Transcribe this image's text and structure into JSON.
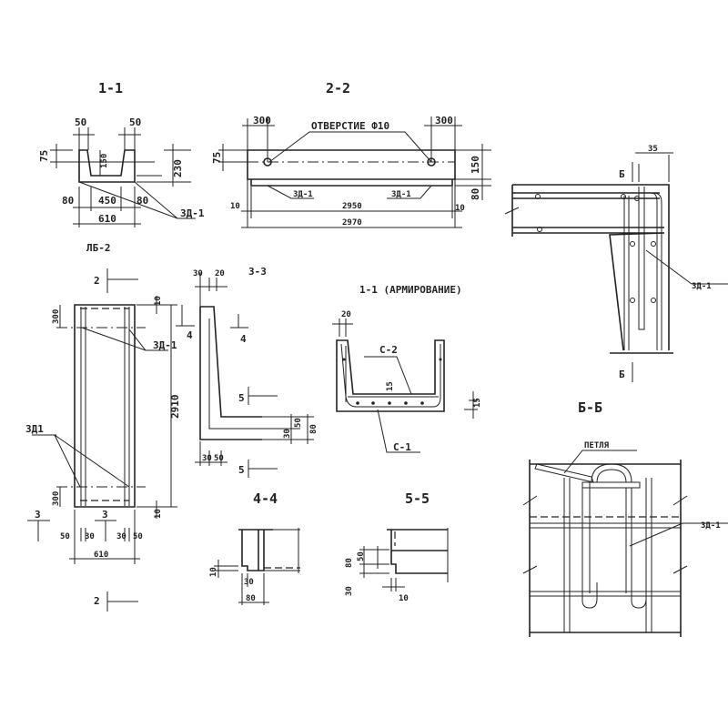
{
  "section_1_1": {
    "title": "1-1",
    "dims": {
      "w_left": "50",
      "w_right": "50",
      "h_top": "75",
      "inner_h": "150",
      "total_h": "230",
      "b_left": "80",
      "inner_w": "450",
      "b_right": "80",
      "total_w": "610"
    },
    "callout": "ЗД-1"
  },
  "section_2_2": {
    "title": "2-2",
    "hole_label": "ОТВЕРСТИЕ Ф10",
    "dims": {
      "left_offset": "300",
      "right_offset": "300",
      "hole_h": "75",
      "h": "150",
      "step_h": "80",
      "left_gap": "10",
      "inner_len": "2950",
      "right_gap": "10",
      "total_len": "2970"
    },
    "callout_left": "ЗД-1",
    "callout_right": "ЗД-1"
  },
  "plan": {
    "title": "ЛБ-2",
    "marker_2": "2",
    "marker_3": "3",
    "dims": {
      "top_300": "300",
      "top_10": "10",
      "len": "2910",
      "bottom_300": "300",
      "bottom_10": "10",
      "b50l": "50",
      "b30l": "30",
      "b30r": "30",
      "b50r": "50",
      "width": "610"
    },
    "callout_right": "ЗД-1",
    "callout_left": "ЗД1"
  },
  "section_3_3": {
    "title": "3-3",
    "dims": {
      "t30": "30",
      "t20": "20",
      "r50": "50",
      "r30": "30",
      "r80": "80",
      "b30": "30",
      "b50": "50"
    },
    "marker_4": "4",
    "marker_5": "5"
  },
  "reinforcement": {
    "title": "1-1 (АРМИРОВАНИЕ)",
    "dim_20": "20",
    "dim_15a": "15",
    "dim_15b": "15",
    "c2": "С-2",
    "c1": "С-1"
  },
  "section_4_4": {
    "title": "4-4",
    "dims": {
      "d10": "10",
      "d30": "30",
      "d80": "80"
    }
  },
  "section_5_5": {
    "title": "5-5",
    "dims": {
      "d80": "80",
      "d50": "50",
      "d30": "30",
      "d10": "10"
    }
  },
  "detail_corner": {
    "dim_35": "35",
    "marker": "Б",
    "callout": "ЗД-1"
  },
  "section_b_b": {
    "title": "Б-Б",
    "loop_label": "ПЕТЛЯ",
    "callout": "ЗД-1"
  }
}
